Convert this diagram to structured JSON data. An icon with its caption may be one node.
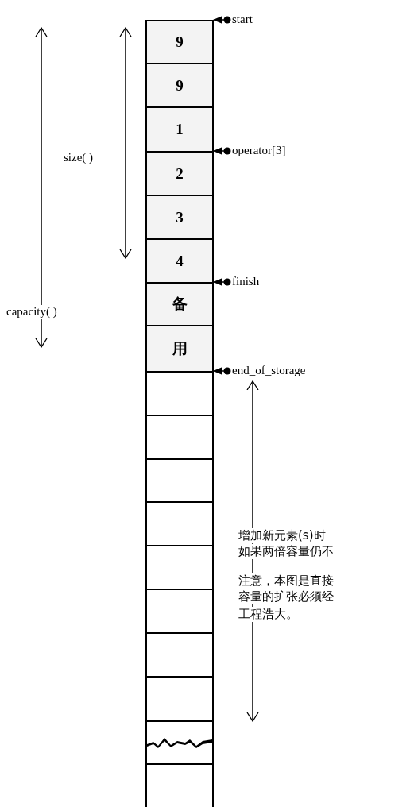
{
  "diagram": {
    "nodes": [
      {
        "text": [
          "9"
        ]
      },
      {
        "text": [
          "9"
        ]
      },
      {
        "text": [
          "1"
        ]
      },
      {
        "text": [
          "2"
        ]
      },
      {
        "text": [
          "3"
        ]
      },
      {
        "text": [
          "4"
        ]
      },
      {
        "text": [
          "备"
        ]
      },
      {
        "text": [
          "用"
        ]
      },
      {
        "text": [],
        "shape": "box"
      },
      {
        "text": [],
        "shape": "box"
      },
      {
        "text": [],
        "shape": "box"
      },
      {
        "text": [],
        "shape": "box"
      },
      {
        "text": [],
        "shape": "box"
      },
      {
        "text": [],
        "shape": "box"
      },
      {
        "text": [],
        "shape": "box"
      },
      {
        "text": [],
        "shape": "box"
      },
      {
        "text": [],
        "shape": "box"
      },
      {
        "text": [],
        "shape": "box"
      },
      {
        "text": [
          "start"
        ]
      },
      {
        "text": [
          "operator[3]"
        ]
      },
      {
        "text": [
          "finish"
        ]
      },
      {
        "text": [
          "end_of_storage"
        ]
      }
    ],
    "edges": [
      {
        "from": 18,
        "to": null,
        "arrow": "to"
      },
      {
        "from": 19,
        "to": null,
        "arrow": "to"
      },
      {
        "from": 20,
        "to": null,
        "arrow": "to"
      },
      {
        "from": 21,
        "to": null,
        "arrow": "to"
      }
    ],
    "labels": [
      "size( )",
      "capacity( )",
      "增加新元素(s)时",
      "如果两倍容量仍不",
      "注意，本图是直接",
      "容量的扩张必须经",
      "工程浩大。"
    ]
  }
}
